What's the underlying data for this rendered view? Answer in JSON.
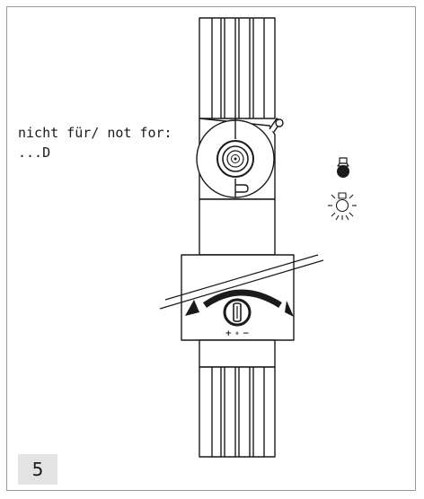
{
  "note": {
    "line1": "nicht für/ not for:",
    "line2": "...D"
  },
  "adjust_label": "+ ∘ −",
  "figure_number": "5",
  "icons": {
    "daylight": "bulb-off-icon",
    "night": "bulb-on-icon"
  },
  "colors": {
    "stroke": "#1a1a1a",
    "frame": "#9a9a9a",
    "badge_bg": "#e3e3e3"
  }
}
